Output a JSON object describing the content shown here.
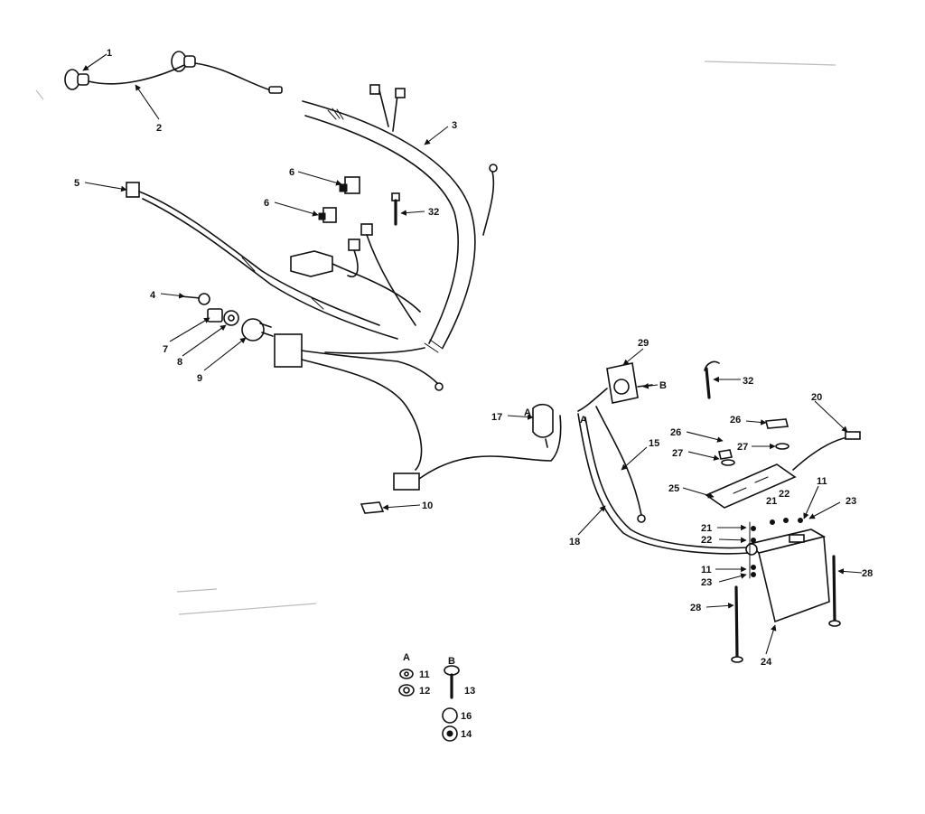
{
  "diagram": {
    "callouts": {
      "c1": "1",
      "c2": "2",
      "c3": "3",
      "c4": "4",
      "c5": "5",
      "c6a": "6",
      "c6b": "6",
      "c7": "7",
      "c8": "8",
      "c9": "9",
      "c10": "10",
      "c32a": "32",
      "c29": "29",
      "cB1": "B",
      "c17": "17",
      "cA1": "A",
      "cA2": "A",
      "c15": "15",
      "c18": "18",
      "c32b": "32",
      "c20": "20",
      "c26a": "26",
      "c26b": "26",
      "c27a": "27",
      "c27b": "27",
      "c25": "25",
      "c21a": "21",
      "c22a": "22",
      "c11a": "11",
      "c23a": "23",
      "c21b": "21",
      "c22b": "22",
      "c11b": "11",
      "c23b": "23",
      "c28a": "28",
      "c28b": "28",
      "c24": "24"
    },
    "inset": {
      "label_a": "A",
      "label_b": "B",
      "c11": "11",
      "c12": "12",
      "c13": "13",
      "c16": "16",
      "c14": "14"
    }
  }
}
